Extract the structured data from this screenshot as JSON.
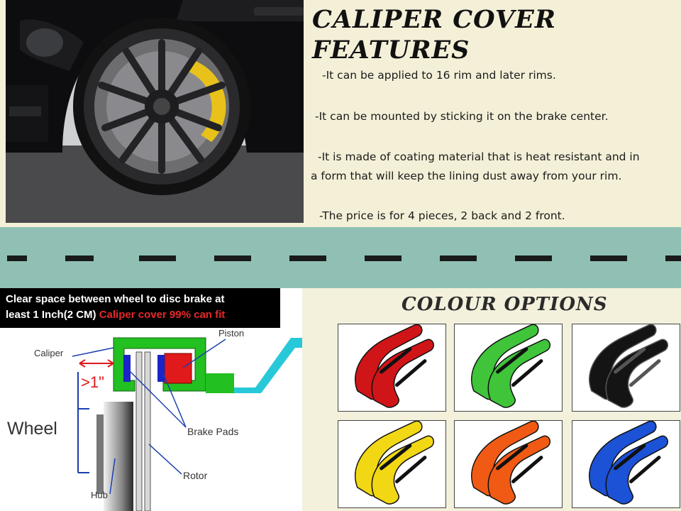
{
  "features": {
    "title_line1": "CALIPER COVER",
    "title_line2": "FEATURES",
    "items": [
      "-It can be applied to 16 rim and later rims.",
      "-It can be mounted by sticking it on the brake center.",
      "-It is made of coating material that is heat resistant and in",
      "a form that will keep the lining dust away from your rim.",
      "-The price is for 4 pieces, 2 back and 2 front."
    ]
  },
  "diagram": {
    "header_line1": "Clear space between wheel to disc brake at",
    "header_line2_white": "least 1 Inch(2 CM)",
    "header_line2_red": "Caliper cover 99% can fit",
    "labels": {
      "piston": "Piston",
      "caliper": "Caliper",
      "gap": ">1\"",
      "wheel": "Wheel",
      "brake_pads": "Brake Pads",
      "rotor": "Rotor",
      "hub": "Hub"
    },
    "colors": {
      "caliper": "#22c020",
      "piston": "#e01a1a",
      "pad": "#1a24c8",
      "line": "#1a3fb0",
      "dim": "#e01a1a",
      "hose": "#27c9d9"
    }
  },
  "colour_options": {
    "title": "COLOUR OPTIONS",
    "swatches": [
      {
        "name": "red",
        "color": "#d01518"
      },
      {
        "name": "green",
        "color": "#3fc43a"
      },
      {
        "name": "black",
        "color": "#141414"
      },
      {
        "name": "yellow",
        "color": "#f2d814"
      },
      {
        "name": "orange",
        "color": "#f05a14"
      },
      {
        "name": "blue",
        "color": "#1c52d6"
      }
    ]
  },
  "theme": {
    "background": "#f4f0d8",
    "road": "#8fc0b3",
    "road_dash": "#1a1a1a"
  }
}
